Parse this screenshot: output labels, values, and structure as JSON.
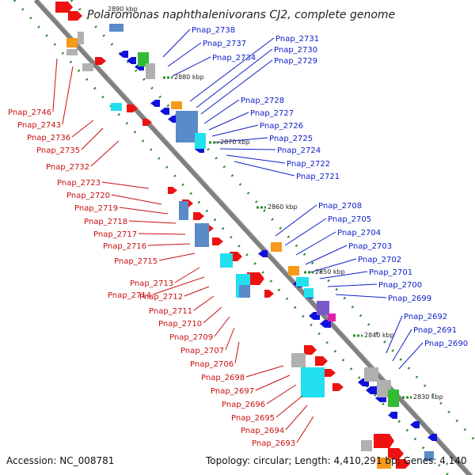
{
  "title": "Polaromonas naphthalenivorans CJ2, complete genome",
  "top_partial_label": "2890 kbp",
  "footer": {
    "accession": "Accession: NC_008781",
    "topology": "Topology: circular; Length: 4,410,291 bp; Genes: 4,140"
  },
  "kbp_labels": [
    "2880 kbp",
    "2870 kbp",
    "2860 kbp",
    "2850 kbp",
    "2840 kbp",
    "2830 kbp"
  ],
  "blue_labels": [
    "Pnap_2738",
    "Pnap_2737",
    "Pnap_2734",
    "Pnap_2731",
    "Pnap_2730",
    "Pnap_2729",
    "Pnap_2728",
    "Pnap_2727",
    "Pnap_2726",
    "Pnap_2725",
    "Pnap_2724",
    "Pnap_2722",
    "Pnap_2721",
    "Pnap_2708",
    "Pnap_2705",
    "Pnap_2704",
    "Pnap_2703",
    "Pnap_2702",
    "Pnap_2701",
    "Pnap_2700",
    "Pnap_2699",
    "Pnap_2692",
    "Pnap_2691",
    "Pnap_2690"
  ],
  "red_labels": [
    "Pnap_2746",
    "Pnap_2743",
    "Pnap_2736",
    "Pnap_2735",
    "Pnap_2732",
    "Pnap_2723",
    "Pnap_2720",
    "Pnap_2719",
    "Pnap_2718",
    "Pnap_2717",
    "Pnap_2716",
    "Pnap_2715",
    "Pnap_2713",
    "Pnap_2714",
    "Pnap_2712",
    "Pnap_2711",
    "Pnap_2710",
    "Pnap_2709",
    "Pnap_2707",
    "Pnap_2706",
    "Pnap_2698",
    "Pnap_2697",
    "Pnap_2696",
    "Pnap_2695",
    "Pnap_2694",
    "Pnap_2693"
  ],
  "colors": {
    "backbone": "#808080",
    "forward_gene": "#ee1111",
    "reverse_gene": "#1010dd",
    "blue_label": "#1020c8",
    "red_label": "#c81010",
    "dots": "#2a8a2a",
    "cyan": "#22e0ee",
    "steelblue": "#5a8ac8",
    "orange": "#f59a1a",
    "green": "#33bb33",
    "grey": "#b0b0b0"
  }
}
